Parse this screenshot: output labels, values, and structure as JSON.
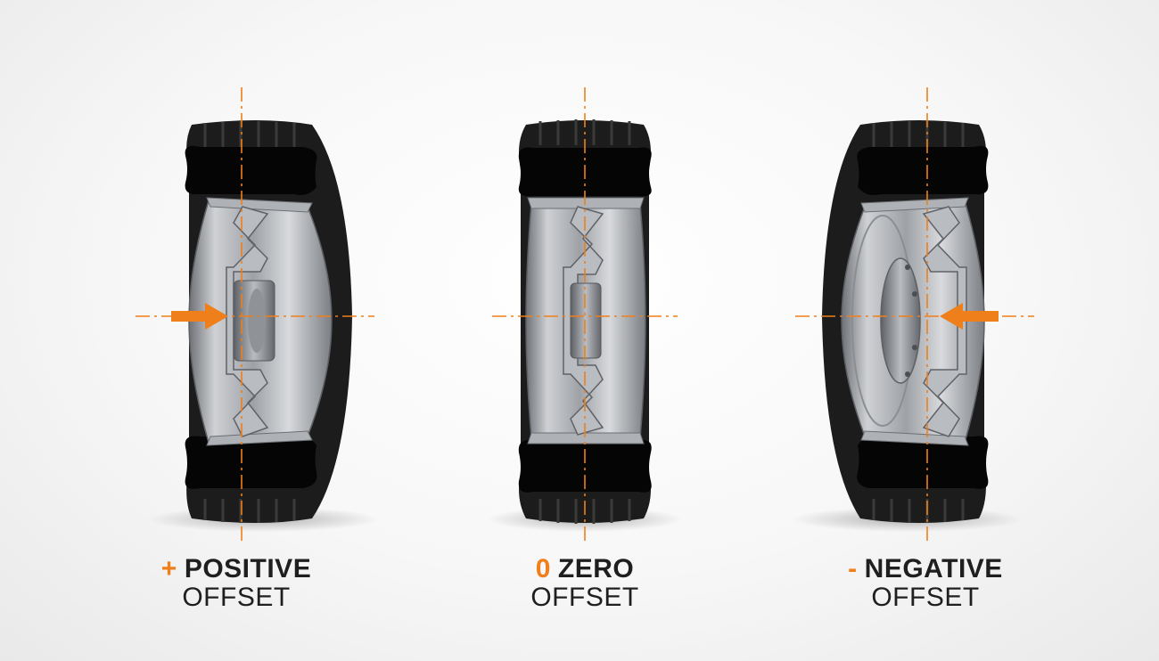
{
  "accent_color": "#ef7f1a",
  "wheels": [
    {
      "id": "positive",
      "symbol": "+",
      "title": "POSITIVE",
      "subtitle": "OFFSET",
      "arrow": "right"
    },
    {
      "id": "zero",
      "symbol": "0",
      "title": "ZERO",
      "subtitle": "OFFSET",
      "arrow": "none"
    },
    {
      "id": "negative",
      "symbol": "-",
      "title": "NEGATIVE",
      "subtitle": "OFFSET",
      "arrow": "left"
    }
  ]
}
